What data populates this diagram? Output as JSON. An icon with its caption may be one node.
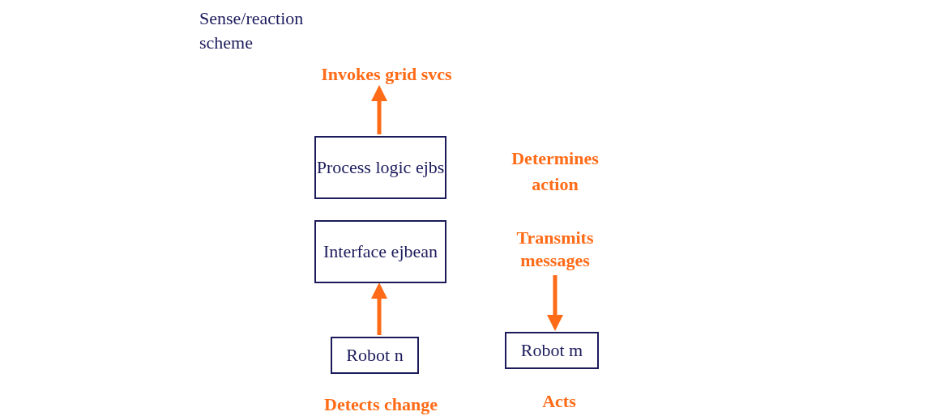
{
  "diagram": {
    "title": "Sense/reaction scheme",
    "nodes": [
      {
        "text": [
          "Process logic ejbs"
        ]
      },
      {
        "text": [
          "Interface ejbean"
        ]
      },
      {
        "text": [
          "Robot n"
        ]
      },
      {
        "text": [
          "Robot m"
        ]
      },
      {
        "text": [
          "Invokes grid svcs"
        ]
      },
      {
        "text": [
          "Transmits messages"
        ]
      }
    ],
    "edges": [
      {
        "from": 0,
        "to": 4,
        "arrow": "to"
      },
      {
        "from": 2,
        "to": 1,
        "arrow": "to"
      },
      {
        "from": 5,
        "to": 3,
        "arrow": "to"
      }
    ],
    "labels": [
      "Determines action",
      "Detects change",
      "Acts"
    ]
  }
}
